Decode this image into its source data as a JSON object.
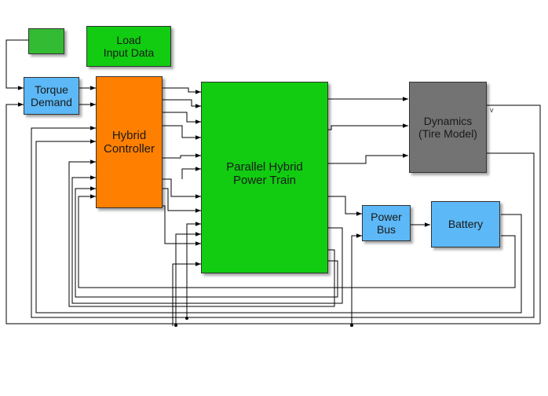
{
  "colors": {
    "green": "#11cc11",
    "orange": "#ff7f00",
    "blue": "#5cb8f6",
    "gray": "#737373",
    "line": "#000000"
  },
  "blocks": {
    "source": {
      "label": "",
      "color": "#33bb33",
      "icon": "green-source-block"
    },
    "load_input": {
      "label": "Load\nInput Data"
    },
    "torque_demand": {
      "label": "Torque\nDemand"
    },
    "hybrid_controller": {
      "label": "Hybrid\nController"
    },
    "power_train": {
      "label": "Parallel Hybrid\nPower Train"
    },
    "dynamics": {
      "label": "Dynamics\n(Tire Model)"
    },
    "power_bus": {
      "label": "Power\nBus"
    },
    "battery": {
      "label": "Battery"
    }
  },
  "signals": {
    "dynamics_out": "v"
  }
}
